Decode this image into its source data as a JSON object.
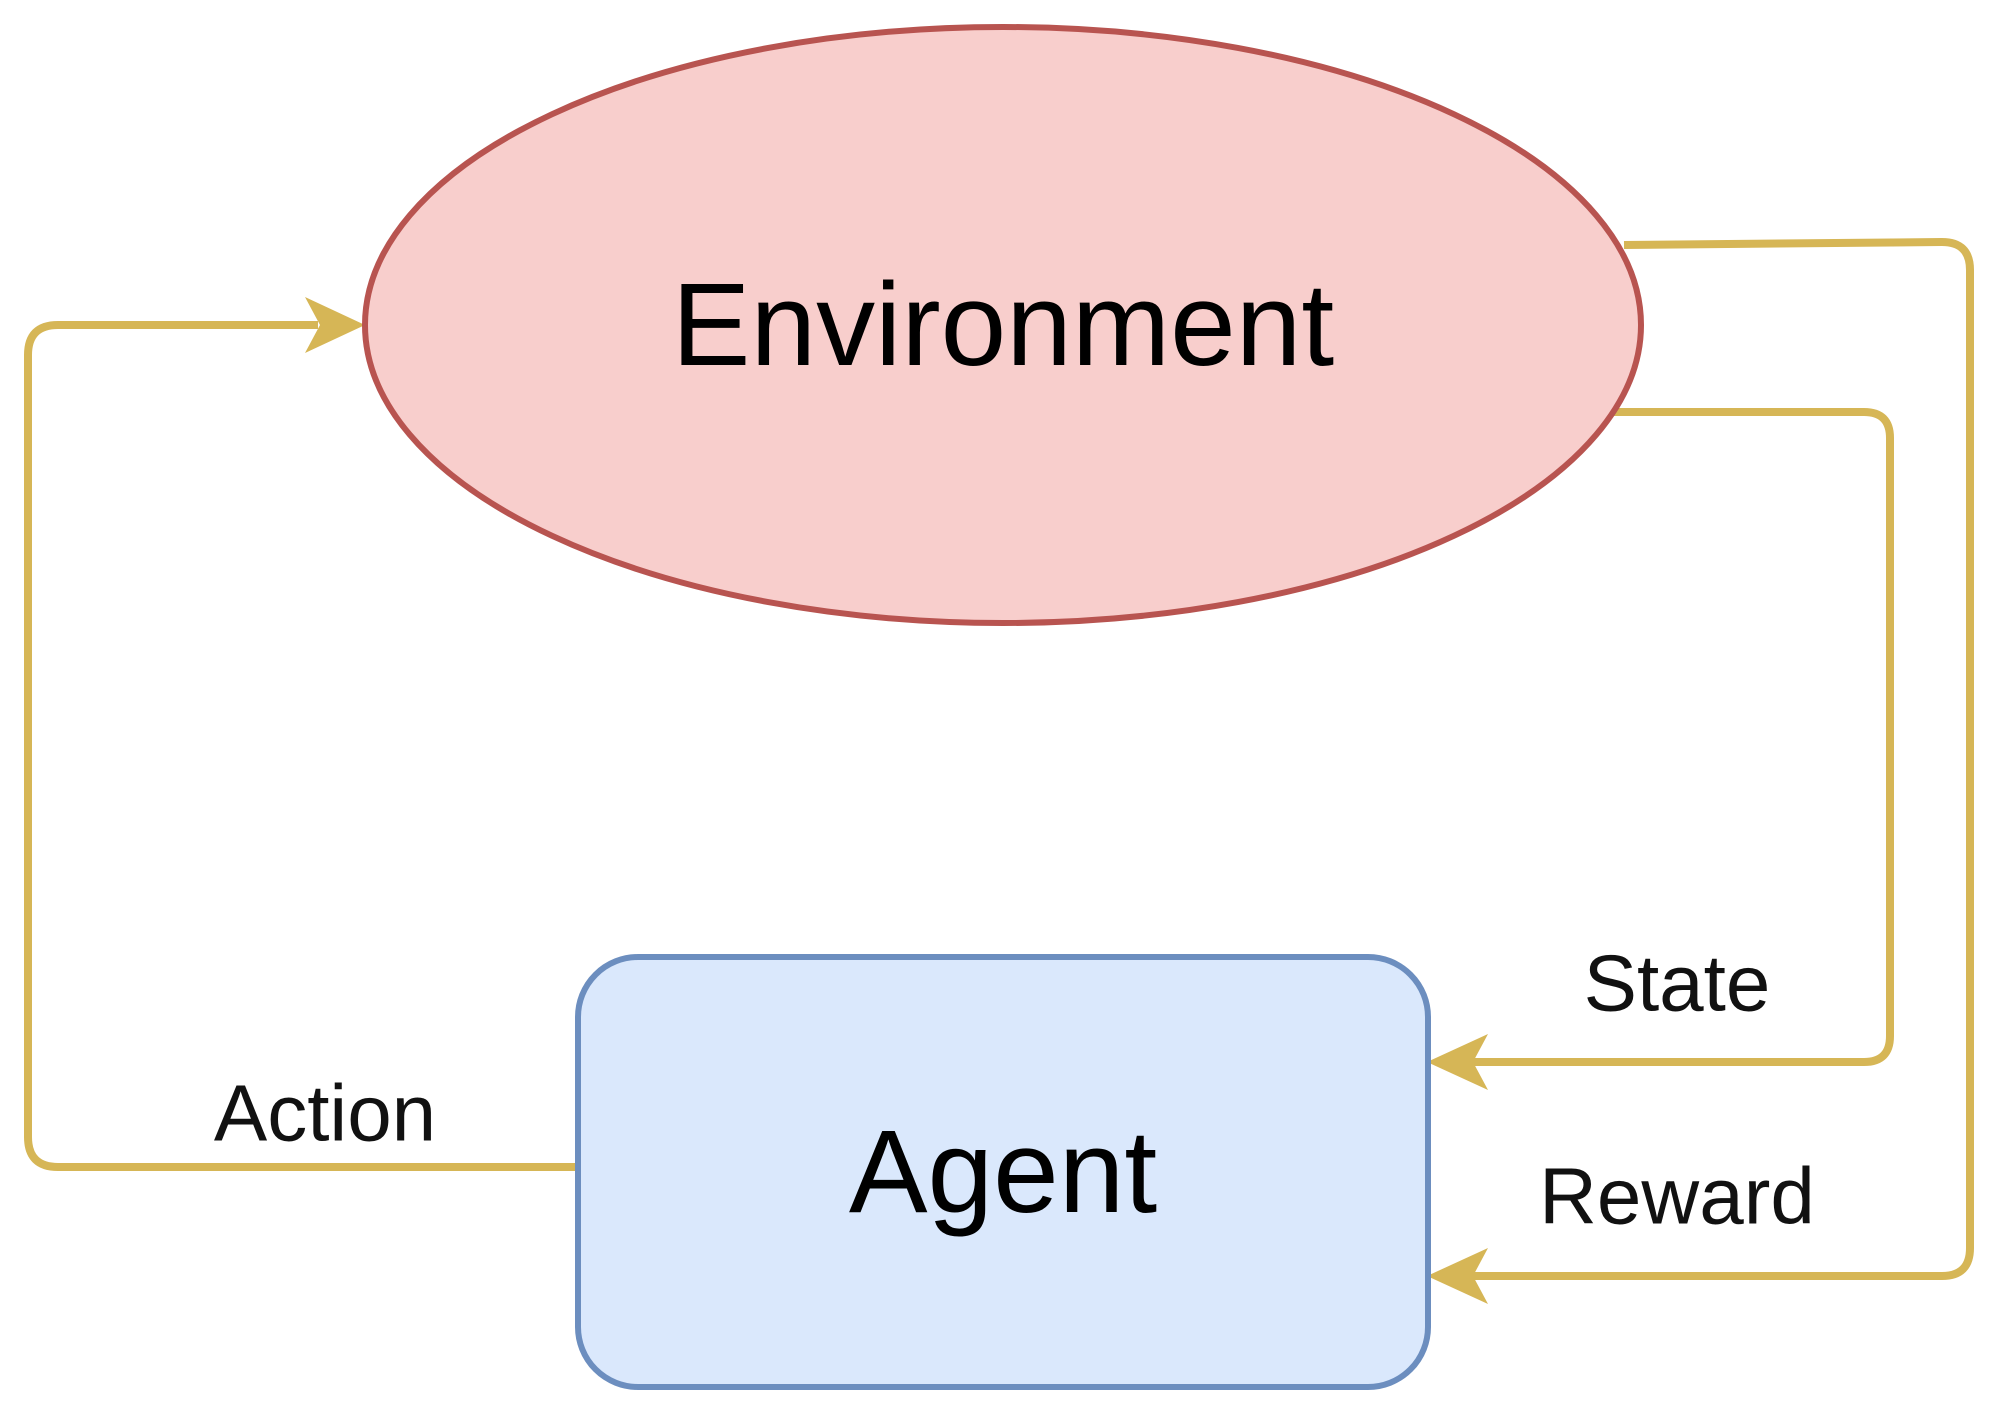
{
  "nodes": {
    "environment": {
      "label": "Environment"
    },
    "agent": {
      "label": "Agent"
    }
  },
  "edges": {
    "action": {
      "label": "Action"
    },
    "state": {
      "label": "State"
    },
    "reward": {
      "label": "Reward"
    }
  },
  "colors": {
    "environment_fill": "#f8cecc",
    "environment_stroke": "#b85450",
    "agent_fill": "#dae8fc",
    "agent_stroke": "#6c8ebf",
    "arrow": "#d6b656"
  }
}
